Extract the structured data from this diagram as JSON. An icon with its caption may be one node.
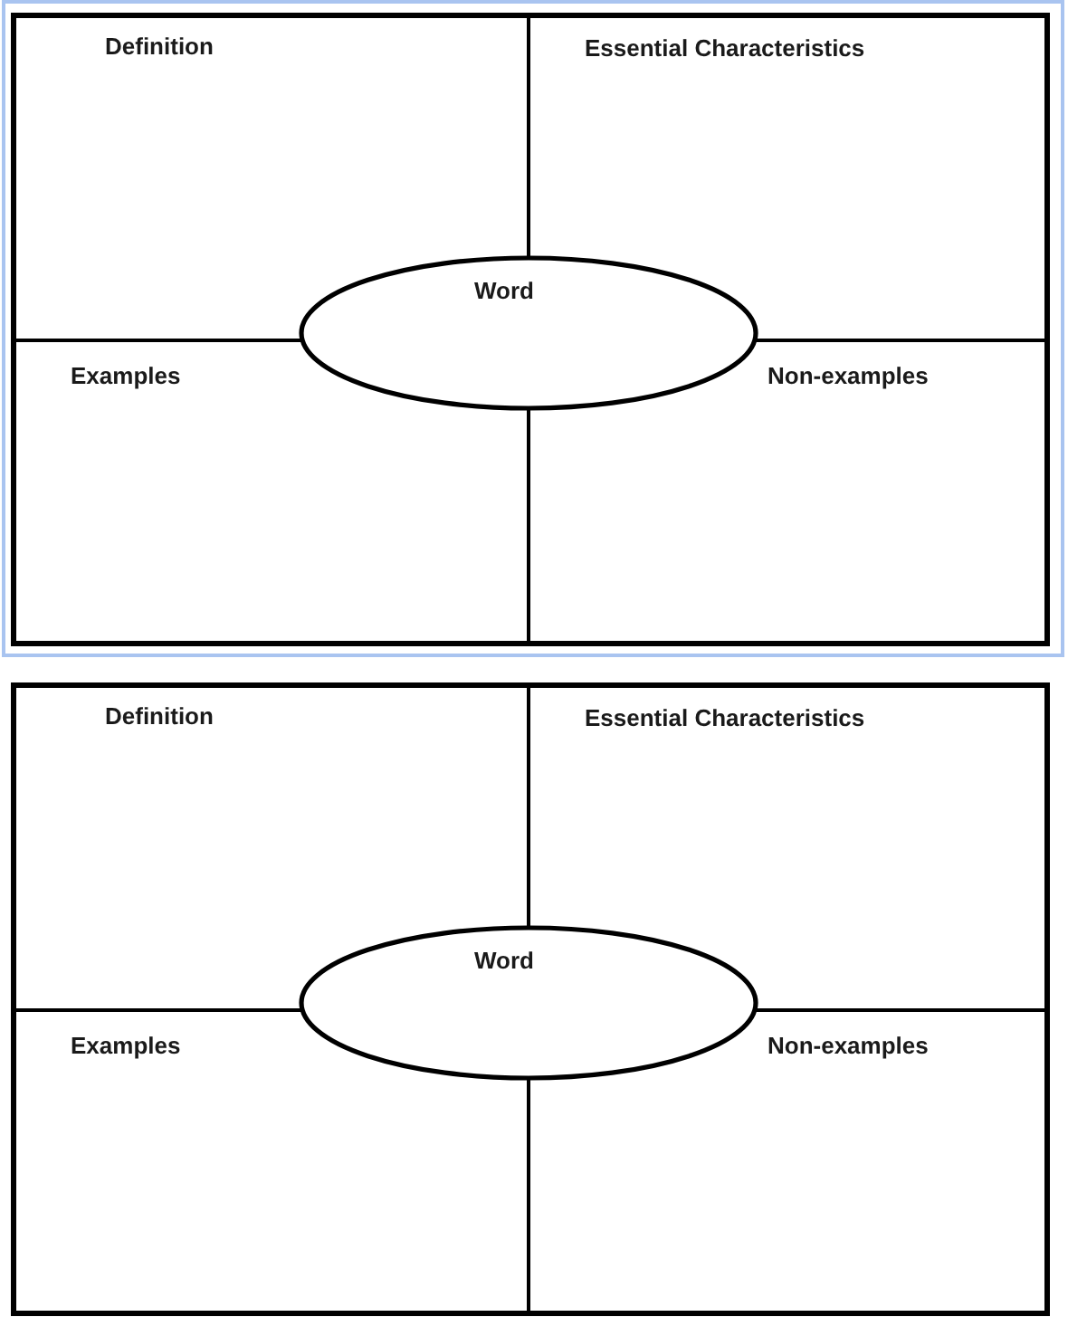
{
  "diagram": {
    "nodes": [
      {
        "text": [
          "Definition"
        ]
      },
      {
        "text": [
          "Essential Characteristics"
        ]
      },
      {
        "text": [
          "Word"
        ]
      },
      {
        "text": [
          "Examples"
        ]
      },
      {
        "text": [
          "Non-examples"
        ]
      },
      {
        "text": [
          "Definition"
        ]
      },
      {
        "text": [
          "Essential Characteristics"
        ]
      },
      {
        "text": [
          "Word"
        ]
      },
      {
        "text": [
          "Examples"
        ]
      },
      {
        "text": [
          "Non-examples"
        ]
      }
    ],
    "edges": []
  }
}
